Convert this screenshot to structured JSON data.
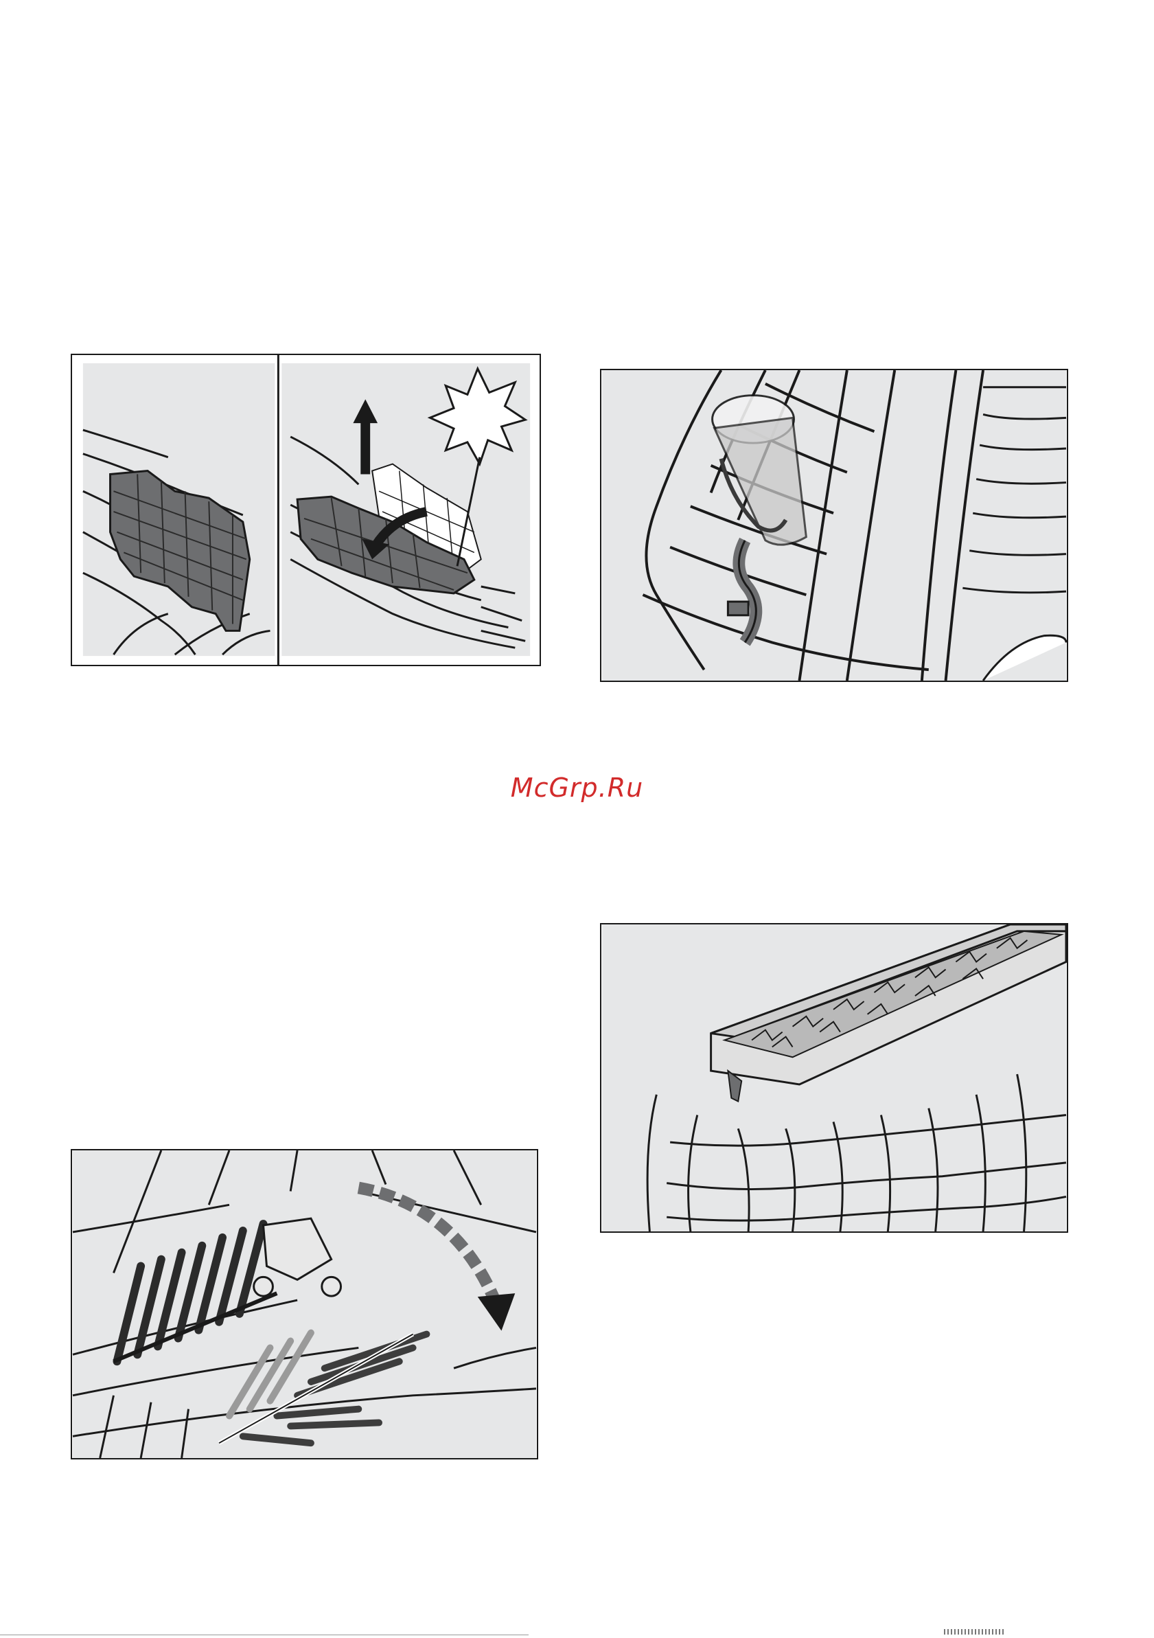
{
  "watermark": {
    "text": "McGrp.Ru",
    "color": "#d22b2b"
  },
  "figures": [
    {
      "name": "rack-flap-fold-figure",
      "panels": 2
    },
    {
      "name": "glass-holder-clip-figure",
      "panels": 1
    },
    {
      "name": "cutlery-tray-figure",
      "panels": 1
    },
    {
      "name": "folding-spikes-figure",
      "panels": 1
    }
  ],
  "colors": {
    "panel_bg": "#e6e7e8",
    "line": "#1a1a1a",
    "part_dark": "#555555"
  }
}
